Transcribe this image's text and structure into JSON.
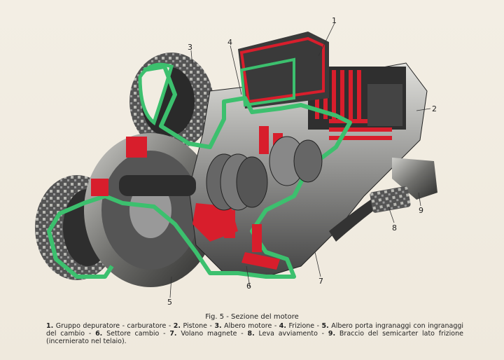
{
  "figure": {
    "title": "Fig. 5 - Sezione del motore",
    "callouts": [
      "1",
      "2",
      "3",
      "4",
      "5",
      "6",
      "7",
      "8",
      "9"
    ]
  },
  "legend": {
    "items": [
      {
        "num": "1.",
        "text": "Gruppo depuratore - carburatore"
      },
      {
        "num": "2.",
        "text": "Pistone"
      },
      {
        "num": "3.",
        "text": "Albero motore"
      },
      {
        "num": "4.",
        "text": "Frizione"
      },
      {
        "num": "5.",
        "text": "Albero porta ingranaggi con ingranaggi del cambio"
      },
      {
        "num": "6.",
        "text": "Settore cambio"
      },
      {
        "num": "7.",
        "text": "Volano magnete"
      },
      {
        "num": "8.",
        "text": "Leva avviamento"
      },
      {
        "num": "9.",
        "text": "Braccio del semicarter lato frizione (incernierato nel telaio)."
      }
    ]
  },
  "colors": {
    "paper": "#f1ece1",
    "section_green": "#3cc06e",
    "section_red": "#d81e2c",
    "metal_dark": "#3a3a3a"
  }
}
